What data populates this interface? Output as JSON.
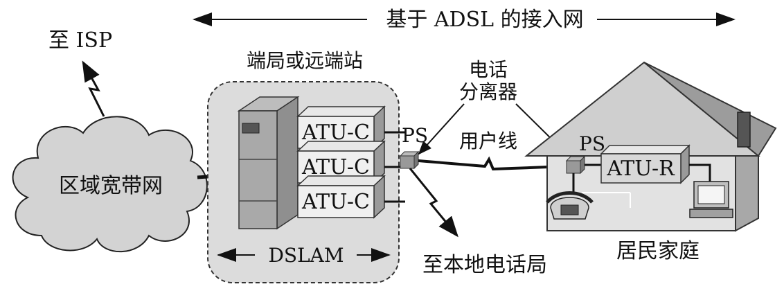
{
  "diagram": {
    "title": "基于 ADSL 的接入网",
    "to_isp": "至 ISP",
    "regional_network": "区域宽带网",
    "office": "端局或远端站",
    "dslam": "DSLAM",
    "atu_c": [
      "ATU-C",
      "ATU-C",
      "ATU-C"
    ],
    "ps_office": "PS",
    "ps_home": "PS",
    "splitter_line1": "电话",
    "splitter_line2": "分离器",
    "user_line": "用户线",
    "atu_r": "ATU-R",
    "to_local_office": "至本地电话局",
    "residence": "居民家庭"
  }
}
